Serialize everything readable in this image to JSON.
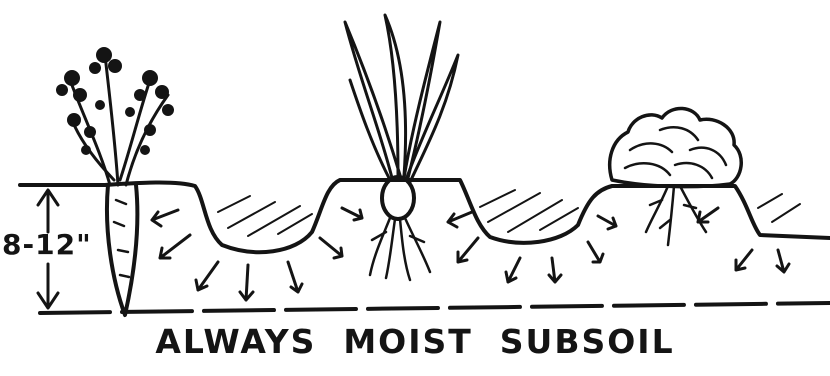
{
  "labels": {
    "depth": "8-12\"",
    "caption": "ALWAYS  MOIST  SUBSOIL"
  },
  "plants": [
    "carrot-plant",
    "onion-plant",
    "lettuce-plant"
  ],
  "colors": {
    "ink": "#141414",
    "background": "#ffffff"
  }
}
